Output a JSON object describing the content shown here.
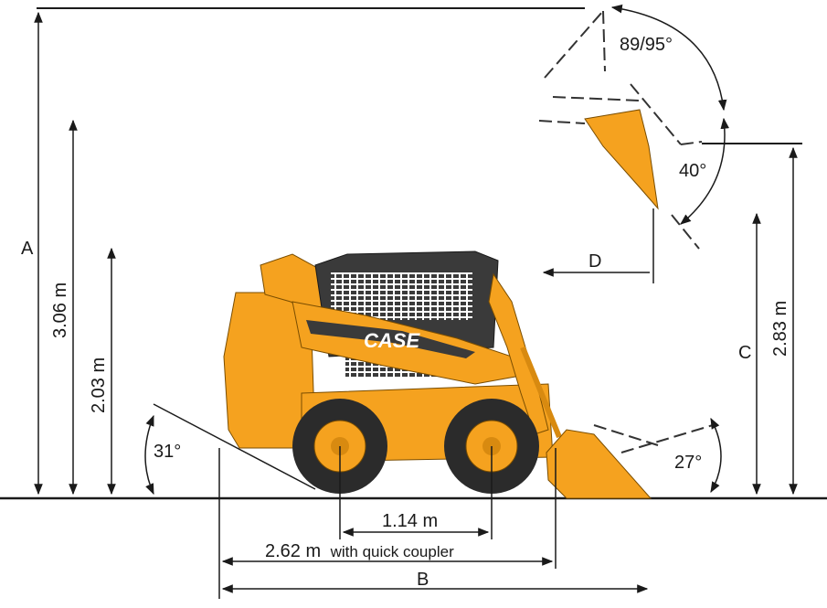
{
  "colors": {
    "body": "#f5a21f",
    "body_shade": "#d88a10",
    "dark": "#3a3a3a",
    "tire": "#2b2b2b",
    "line": "#1a1a1a",
    "ghost": "#333333"
  },
  "brand": {
    "logo_text": "CASE"
  },
  "dimensions": {
    "A": "A",
    "max_height": "3.06 m",
    "cab_height": "2.03 m",
    "wheelbase": "1.14 m",
    "length_with_coupler": "2.62 m",
    "with_quick_coupler": "with quick coupler",
    "B": "B",
    "C": "C",
    "hinge_height": "2.83 m",
    "D": "D"
  },
  "angles": {
    "rear_departure": "31°",
    "bucket_rollback": "27°",
    "dump_angle": "40°",
    "tilt_range": "89/95°"
  }
}
